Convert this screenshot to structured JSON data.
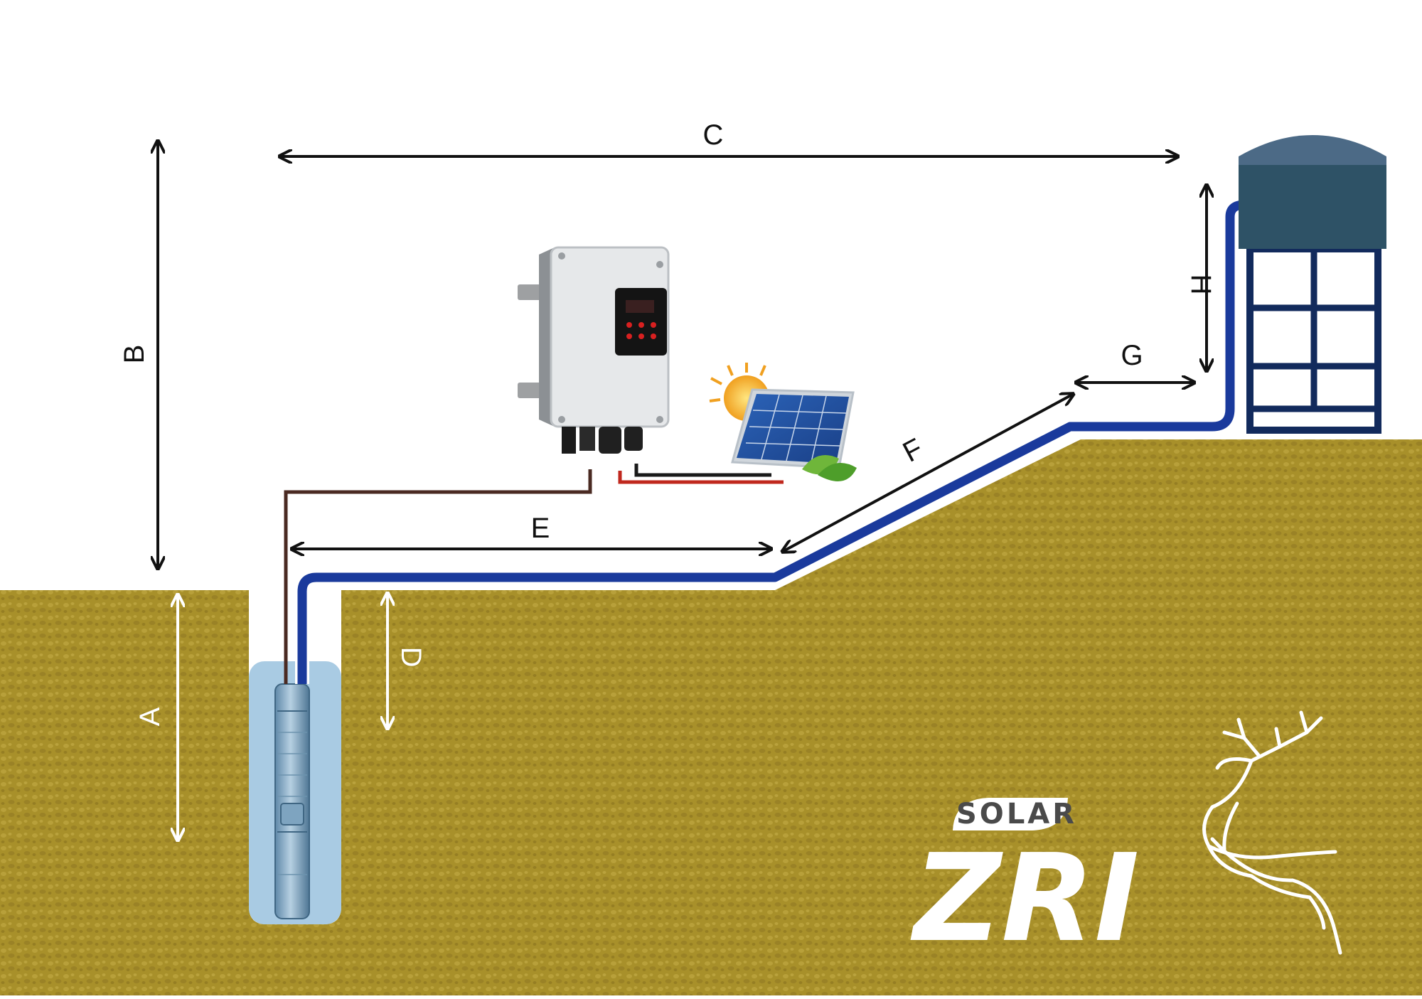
{
  "labels": {
    "a": "A",
    "b": "B",
    "c": "C",
    "d": "D",
    "e": "E",
    "f": "F",
    "g": "G",
    "h": "H"
  },
  "logo": {
    "solar": "SOLAR",
    "brand": "ZRI"
  },
  "colors": {
    "ground": "#a8902a",
    "sky": "#ffffff",
    "pipe": "#1a3a9c",
    "cable_brown": "#4a2a22",
    "cable_red": "#c0281e",
    "water": "#a9cbe3",
    "tank_roof": "#4c6a86",
    "tank_body": "#2e5266",
    "tower": "#122a5c"
  }
}
